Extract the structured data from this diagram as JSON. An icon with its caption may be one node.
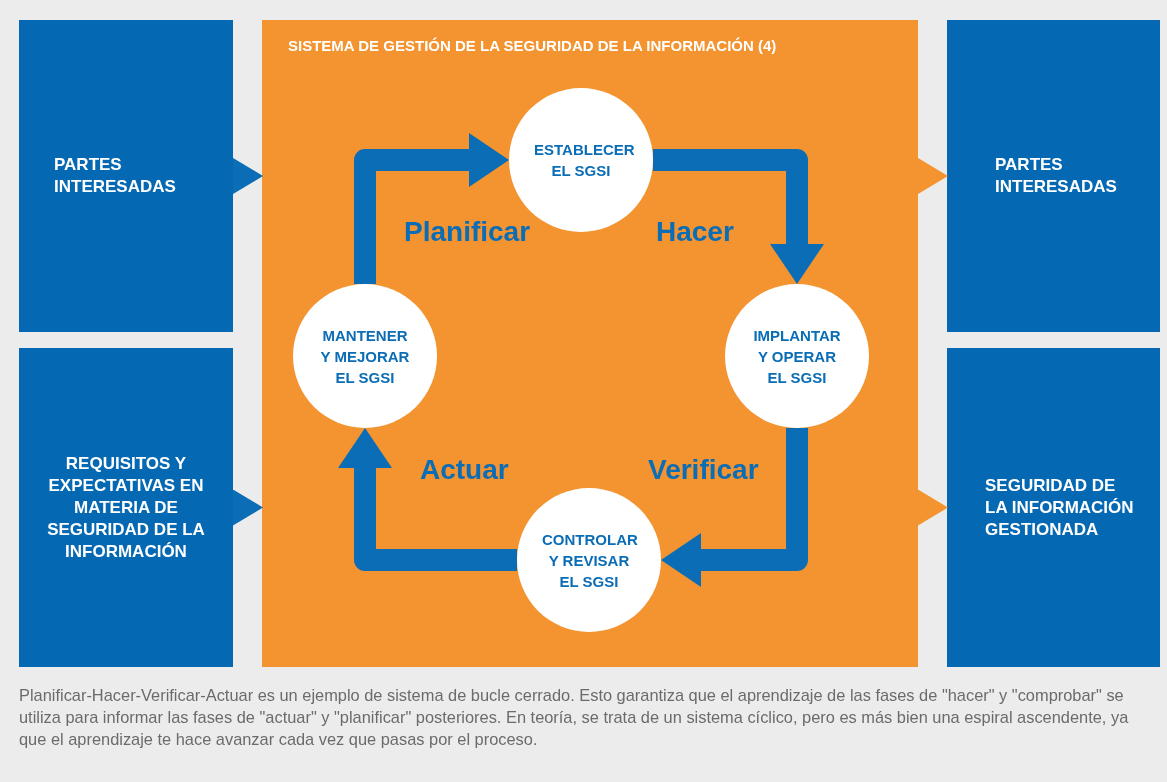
{
  "diagram": {
    "nodes": [
      {
        "text": [
          "PARTES INTERESADAS"
        ]
      },
      {
        "text": [
          "REQUISITOS Y EXPECTATIVAS EN MATERIA DE SEGURIDAD DE LA INFORMACIÓN"
        ]
      },
      {
        "text": [
          "SISTEMA DE GESTIÓN DE LA SEGURIDAD DE LA INFORMACIÓN (4)"
        ]
      },
      {
        "text": [
          "ESTABLECER EL SGSI"
        ],
        "in": 2
      },
      {
        "text": [
          "IMPLANTAR Y OPERAR EL SGSI"
        ],
        "in": 2
      },
      {
        "text": [
          "CONTROLAR Y REVISAR EL SGSI"
        ],
        "in": 2
      },
      {
        "text": [
          "MANTENER Y MEJORAR EL SGSI"
        ],
        "in": 2
      },
      {
        "text": [
          "PARTES INTERESADAS"
        ]
      },
      {
        "text": [
          "SEGURIDAD DE LA INFORMACIÓN GESTIONADA"
        ]
      }
    ],
    "edges": [
      {
        "from": 0,
        "to": 2,
        "arrow": "to"
      },
      {
        "from": 1,
        "to": 2,
        "arrow": "to"
      },
      {
        "from": 2,
        "to": 7,
        "arrow": "to",
        "color": "#f39430"
      },
      {
        "from": 2,
        "to": 8,
        "arrow": "to",
        "color": "#f39430"
      },
      {
        "from": 6,
        "to": 3,
        "arrow": "to",
        "label": "Planificar",
        "style": "thick"
      },
      {
        "from": 3,
        "to": 4,
        "arrow": "to",
        "label": "Hacer",
        "style": "thick"
      },
      {
        "from": 4,
        "to": 5,
        "arrow": "to",
        "label": "Verificar",
        "style": "thick"
      },
      {
        "from": 5,
        "to": 6,
        "arrow": "to",
        "label": "Actuar",
        "style": "thick"
      }
    ],
    "caption": "Planificar-Hacer-Verificar-Actuar es un ejemplo de sistema de bucle cerrado. Esto garantiza que el aprendizaje de las fases de \"hacer\" y \"comprobar\" se utiliza para informar las fases de \"actuar\" y \"planificar\" posteriores. En teoría, se trata de un sistema cíclico, pero es más bien una espiral ascendente, ya que el aprendizaje te hace avanzar cada vez que pasas por el proceso."
  }
}
